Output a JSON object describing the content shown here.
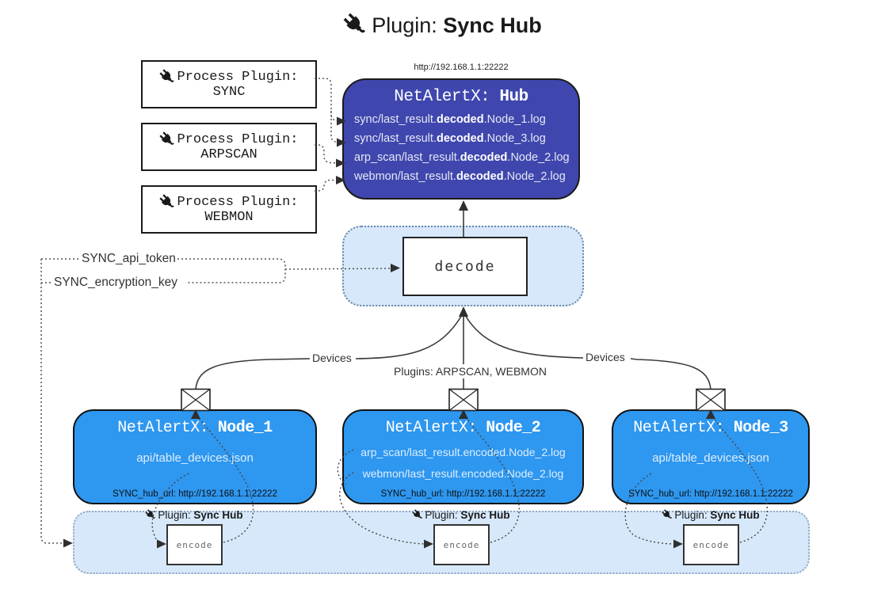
{
  "title": {
    "label": "Plugin:",
    "name": "Sync Hub"
  },
  "hub": {
    "url": "http://192.168.1.1:22222",
    "title_label": "NetAlertX:",
    "title_name": "Hub",
    "logs": [
      {
        "pre": "sync/last_result.",
        "bold": "decoded",
        "post": ".Node_1.log"
      },
      {
        "pre": "sync/last_result.",
        "bold": "decoded",
        "post": ".Node_3.log"
      },
      {
        "pre": "arp_scan/last_result.",
        "bold": "decoded",
        "post": ".Node_2.log"
      },
      {
        "pre": "webmon/last_result.",
        "bold": "decoded",
        "post": ".Node_2.log"
      }
    ]
  },
  "process_plugins": [
    {
      "label": "Process Plugin:",
      "name": "SYNC"
    },
    {
      "label": "Process Plugin:",
      "name": "ARPSCAN"
    },
    {
      "label": "Process Plugin:",
      "name": "WEBMON"
    }
  ],
  "decode": {
    "label": "decode"
  },
  "settings": {
    "api_token": "SYNC_api_token",
    "encryption_key": "SYNC_encryption_key"
  },
  "edge_labels": {
    "devices_left": "Devices",
    "devices_right": "Devices",
    "plugins_mid": "Plugins: ARPSCAN, WEBMON"
  },
  "nodes": [
    {
      "title_label": "NetAlertX:",
      "title_name": "Node_1",
      "files": [
        "api/table_devices.json"
      ],
      "hub_url": "SYNC_hub_url: http://192.168.1.1:22222"
    },
    {
      "title_label": "NetAlertX:",
      "title_name": "Node_2",
      "files": [
        "arp_scan/last_result.encoded.Node_2.log",
        "webmon/last_result.encoded.Node_2.log"
      ],
      "hub_url": "SYNC_hub_url: http://192.168.1.1:22222"
    },
    {
      "title_label": "NetAlertX:",
      "title_name": "Node_3",
      "files": [
        "api/table_devices.json"
      ],
      "hub_url": "SYNC_hub_url: http://192.168.1.1:22222"
    }
  ],
  "encoders": [
    {
      "label": "Plugin:",
      "name": "Sync Hub",
      "box": "encode"
    },
    {
      "label": "Plugin:",
      "name": "Sync Hub",
      "box": "encode"
    },
    {
      "label": "Plugin:",
      "name": "Sync Hub",
      "box": "encode"
    }
  ],
  "colors": {
    "hub": "#3F47AE",
    "node": "#2E97F0",
    "panel": "#D7E8FA"
  }
}
